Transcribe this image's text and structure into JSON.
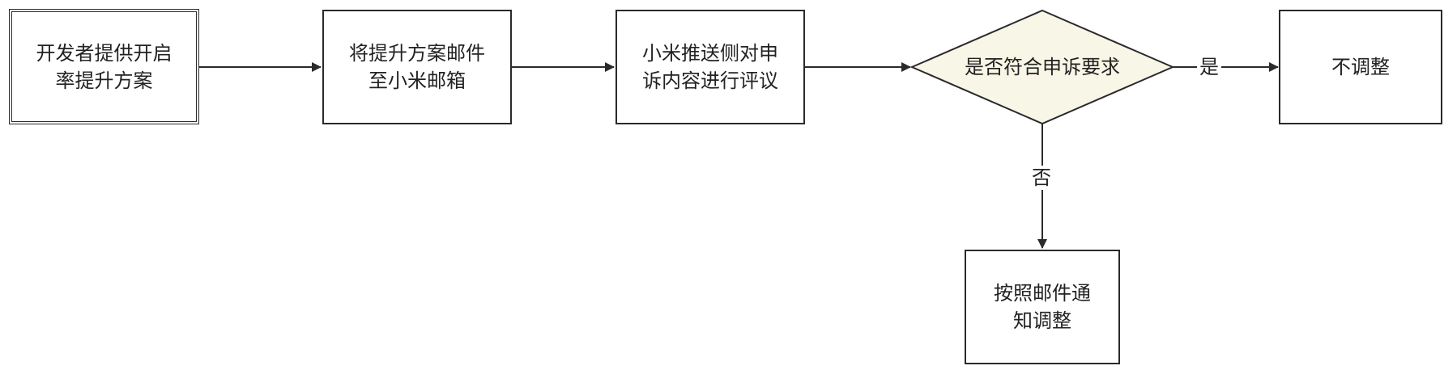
{
  "nodes": {
    "start": "开发者提供开启\n率提升方案",
    "email_plan": "将提升方案邮件\n至小米邮箱",
    "review": "小米推送侧对申\n诉内容进行评议",
    "decision": "是否符合申诉要求",
    "no_adjust": "不调整",
    "adjust": "按照邮件通\n知调整"
  },
  "edges": {
    "yes_label": "是",
    "no_label": "否"
  },
  "colors": {
    "stroke": "#2a2a2a",
    "decision_fill": "#f8f6e6",
    "text": "#222222"
  }
}
